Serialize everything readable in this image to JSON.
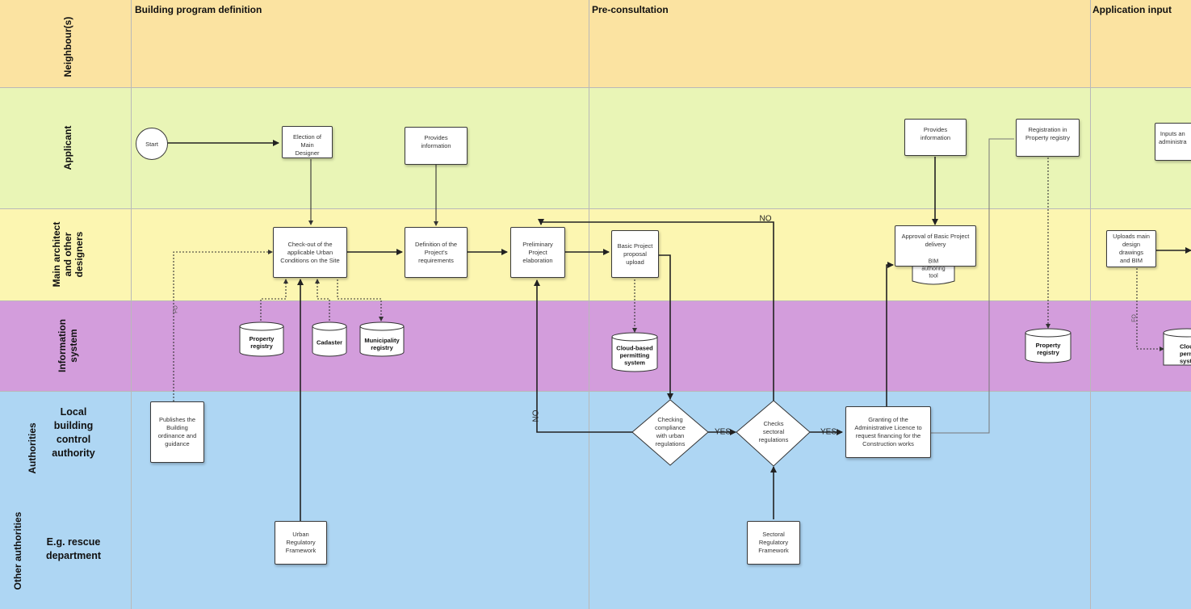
{
  "colors": {
    "neighbour": "#fbe3a1",
    "applicant": "#e9f5b6",
    "designers": "#fcf6b1",
    "info": "#d39ddc",
    "authorities": "#aed6f3"
  },
  "phases": {
    "building": "Building program definition",
    "preconsultation": "Pre-consultation",
    "application": "Application input"
  },
  "lanes": {
    "neighbour": "Neighbour(s)",
    "applicant": "Applicant",
    "designers": "Main architect\nand other\ndesigners",
    "info": "Information\nsystem",
    "authorities": "Authorities",
    "local": "Local\nbuilding\ncontrol\nauthority",
    "other": "Other authorities",
    "rescue": "E.g. rescue\ndepartment"
  },
  "nodes": {
    "start": "Start",
    "election": "Election of Main\nDesigner",
    "provides_info": "Provides\ninformation",
    "provides_info2": "Provides\ninformation",
    "reg_property": "Registration in\nProperty registry",
    "inputs_admin": "Inputs an\nadministra",
    "checkout": "Check-out of the\napplicable Urban\nConditions on the Site",
    "definition": "Definition of the\nProject's\nrequirements",
    "preliminary": "Preliminary\nProject\nelaboration",
    "basic_upload": "Basic Project\nproposal\nupload",
    "approval_basic": "Approval of Basic Project\ndelivery",
    "bim_tool": "BIM\nauthoring\ntool",
    "uploads_main": "Uploads main\ndesign drawings\nand BIM",
    "property_registry": "Property\nregistry",
    "cadaster": "Cadaster",
    "municipality_registry": "Municipality\nregistry",
    "cloud_permitting": "Cloud-based\npermitting\nsystem",
    "property_registry2": "Property\nregistry",
    "cloud_partial": "Cloud-\npermi\nsyst",
    "publishes": "Publishes the\nBuilding\nordinance and\nguidance",
    "checking": "Checking\ncompliance\nwith urban\nregulations",
    "checks_sectoral": "Checks\nsectoral\nregulations",
    "granting": "Granting of the\nAdministrative Licence to\nrequest financing for the\nConstruction works",
    "urban_framework": "Urban\nRegulatory\nFramework",
    "sectoral_framework": "Sectoral\nRegulatory\nFramework"
  },
  "edge_labels": {
    "no_top": "NO",
    "no_left": "NO",
    "yes1": "YES",
    "yes2": "YES",
    "small1": "FO",
    "small2": "FO"
  }
}
